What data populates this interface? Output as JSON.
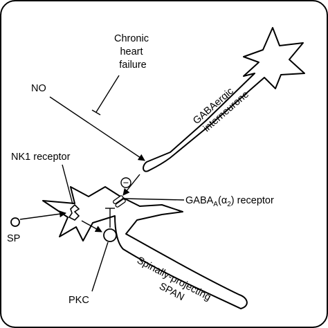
{
  "labels": {
    "chronic_heart_failure": [
      "Chronic",
      "heart",
      "failure"
    ],
    "no": "NO",
    "nk1_receptor": "NK1 receptor",
    "sp": "SP",
    "pkc": "PKC",
    "gaba_receptor": {
      "main": "GABA",
      "sub1": "A",
      "paren_open": "(",
      "alpha": "α",
      "sub2": "2",
      "tail": ") receptor"
    },
    "gabaergic_interneurone": [
      "GABAergic",
      "interneurone"
    ],
    "spinally_projecting_span": [
      "Spinally-projecting",
      "SPAN"
    ],
    "inhibitory_sign": "−"
  }
}
